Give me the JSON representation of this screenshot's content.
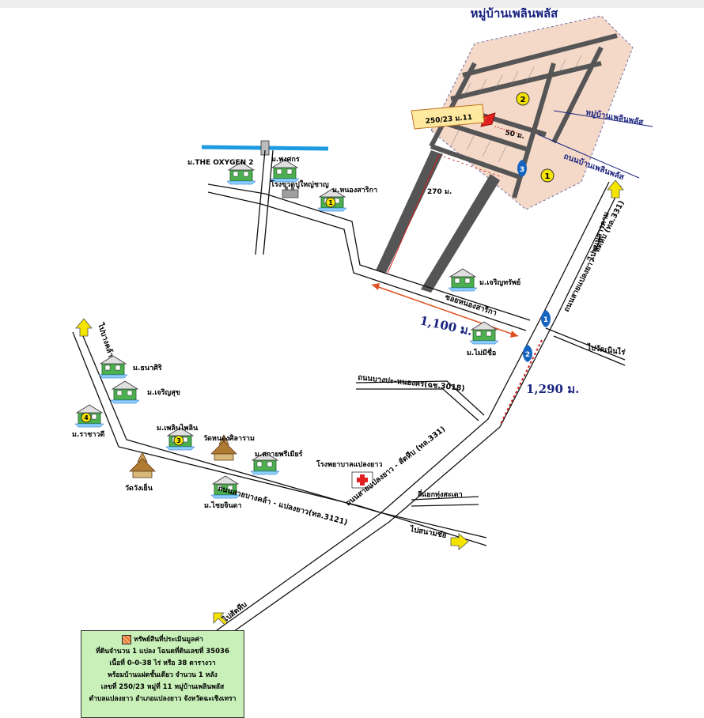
{
  "title": "หมู่บ้านเพลินพลัส",
  "colors": {
    "road": "#111111",
    "village_road": "#555555",
    "plot": "#f4d9c8",
    "water": "#1e9be0",
    "arrow": "#f5e400",
    "distance_line": "#e05020",
    "marker": "#f5e400"
  },
  "plot_label": "250/23 ม.11",
  "village_labels": {
    "village_name": "หมู่บ้านเพลินพลัส",
    "village_road": "ถนนบ้านเพลินพลัส"
  },
  "measurements": {
    "depth": "270 ม.",
    "width": "50 ม.",
    "d1": "1,100 ม.",
    "d2": "1,290 ม."
  },
  "places": {
    "oxygen": "ม.THE OXYGEN 2",
    "pongsakorn": "ม.พงศกร",
    "factory": "โรงขวดปูใหญ่ชาญ",
    "nongsarika": "ม.หนองสาริกา",
    "charoensap": "ม.เจริญทรัพย์",
    "maimueseu": "ม.ไม่มีชื่อ",
    "thanasiri": "ม.ธนาศิริ",
    "charoensuk": "ม.เจริญสุข",
    "rachawadee": "ม.ราชาวดี",
    "ploenpolin": "ม.เพลินไพลิน",
    "wat_nongsila": "วัดหนองศิลาราม",
    "sakaiprimier": "ม.สกายพรีเมียร์",
    "wat_wangyen": "วัดวังเย็น",
    "chaijinda": "ม.ไชยจินดา",
    "hospital": "โรงพยาบาลแปลงยาว",
    "junction": "สี่แยกทุ่งสะเดา"
  },
  "roads": {
    "soi_nongsarika": "ซอยหนองสาริกา",
    "sai_plaengyao_right": "ถนนสายแปลงยาว - สัตหีบ (ทล.331)",
    "sai_plaengyao_main": "ถนนสายแปลงยาว - สัตหีบ (ทล.331)",
    "bangpla_nongkrok": "ถนนบางปะ-หนองคร(ฉช.3018)",
    "bangkla": "ถนนสายบางคล้า - แปลงยาว(ทล.3121)"
  },
  "directions": {
    "to_phanom": "ไปพนมสารคาม",
    "to_watnoen": "ไปวัดเนินไร่",
    "to_bangkla": "ไปบางคล้า",
    "to_sanamchai": "ไปสนามชัย",
    "to_sattahip": "ไปสัตหีบ"
  },
  "markers": [
    "1",
    "2",
    "3",
    "4"
  ],
  "info_box": {
    "line1": "ทรัพย์สินที่ประเมินมูลค่า",
    "line2": "ที่ดินจำนวน 1 แปลง โฉนดที่ดินเลขที่ 35036",
    "line3": "เนื้อที่ 0-0-38 ไร่ หรือ 38 ตารางวา",
    "line4": "พร้อมบ้านแฝดชั้นเดียว จำนวน 1 หลัง",
    "line5": "เลขที่ 250/23 หมู่ที่ 11 หมู่บ้านเพลินพลัส",
    "line6": "ตำบลแปลงยาว อำเภอแปลงยาว จังหวัดฉะเชิงเทรา"
  }
}
